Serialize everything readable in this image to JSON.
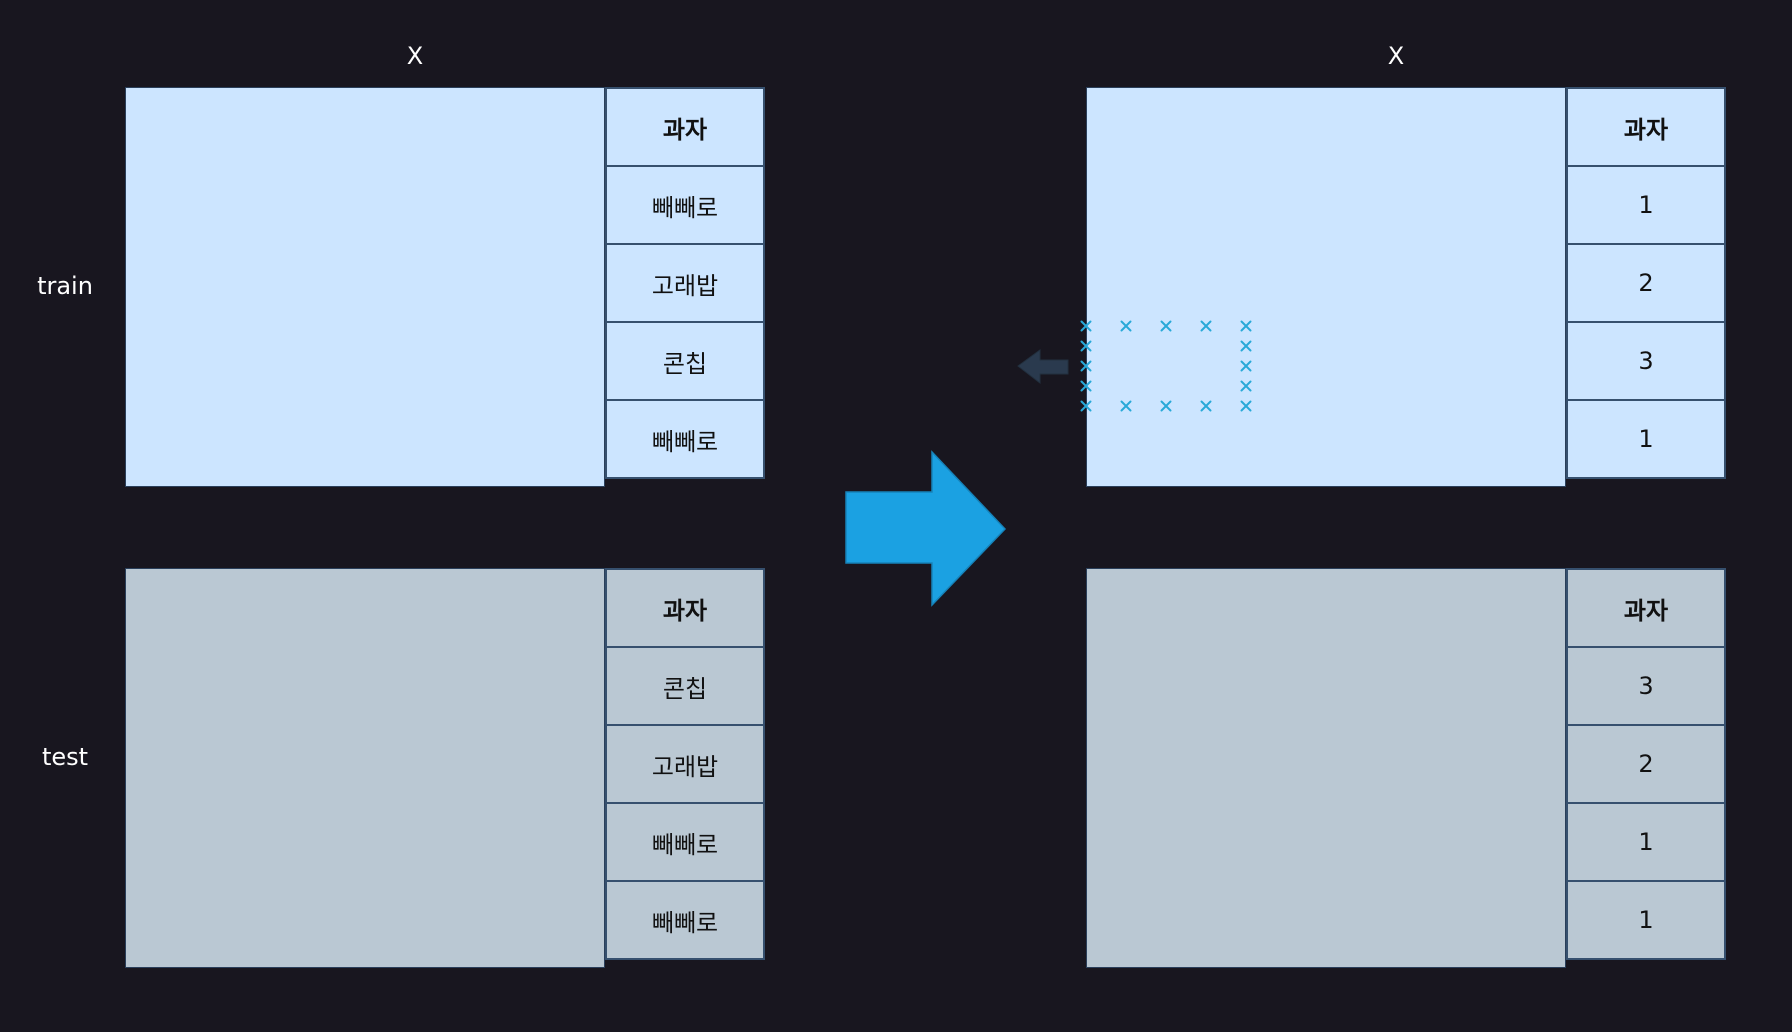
{
  "labels": {
    "x_left": "X",
    "x_right": "X",
    "train": "train",
    "test": "test"
  },
  "tables": {
    "left_train": {
      "header": "과자",
      "rows": [
        "빼빼로",
        "고래밥",
        "콘칩",
        "빼빼로"
      ]
    },
    "left_test": {
      "header": "과자",
      "rows": [
        "콘칩",
        "고래밥",
        "빼빼로",
        "빼빼로"
      ]
    },
    "right_train": {
      "header": "과자",
      "rows": [
        "1",
        "2",
        "3",
        "1"
      ]
    },
    "right_test": {
      "header": "과자",
      "rows": [
        "3",
        "2",
        "1",
        "1"
      ]
    }
  },
  "colors": {
    "background": "#18161f",
    "train_fill": "#cce5ff",
    "test_fill": "#bac8d3",
    "border": "#36506e",
    "big_arrow": "#1ba1e2",
    "small_arrow": "#2a3a4e",
    "marker": "#29a9d8"
  },
  "icons": {
    "big_arrow": "arrow-right-icon",
    "small_arrow": "arrow-left-icon",
    "markers": "x-marker-icon"
  }
}
